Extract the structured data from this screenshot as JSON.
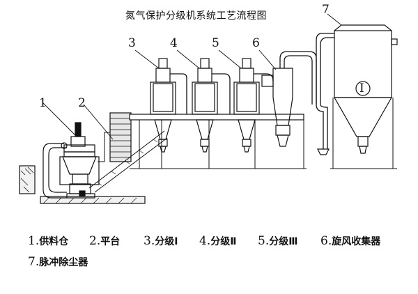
{
  "title": "氮气保护分级机系统工艺流程图",
  "callouts": [
    "1",
    "2",
    "3",
    "4",
    "5",
    "6",
    "7"
  ],
  "tank_mark": "I",
  "legend": [
    {
      "num": "1.",
      "text": "供料仓"
    },
    {
      "num": "2.",
      "text": "平台"
    },
    {
      "num": "3.",
      "text": "分级Ⅰ"
    },
    {
      "num": "4.",
      "text": "分级Ⅱ"
    },
    {
      "num": "5.",
      "text": "分级Ⅲ"
    },
    {
      "num": "6.",
      "text": "旋风收集器"
    },
    {
      "num": "7.",
      "text": "脉冲除尘器"
    }
  ]
}
